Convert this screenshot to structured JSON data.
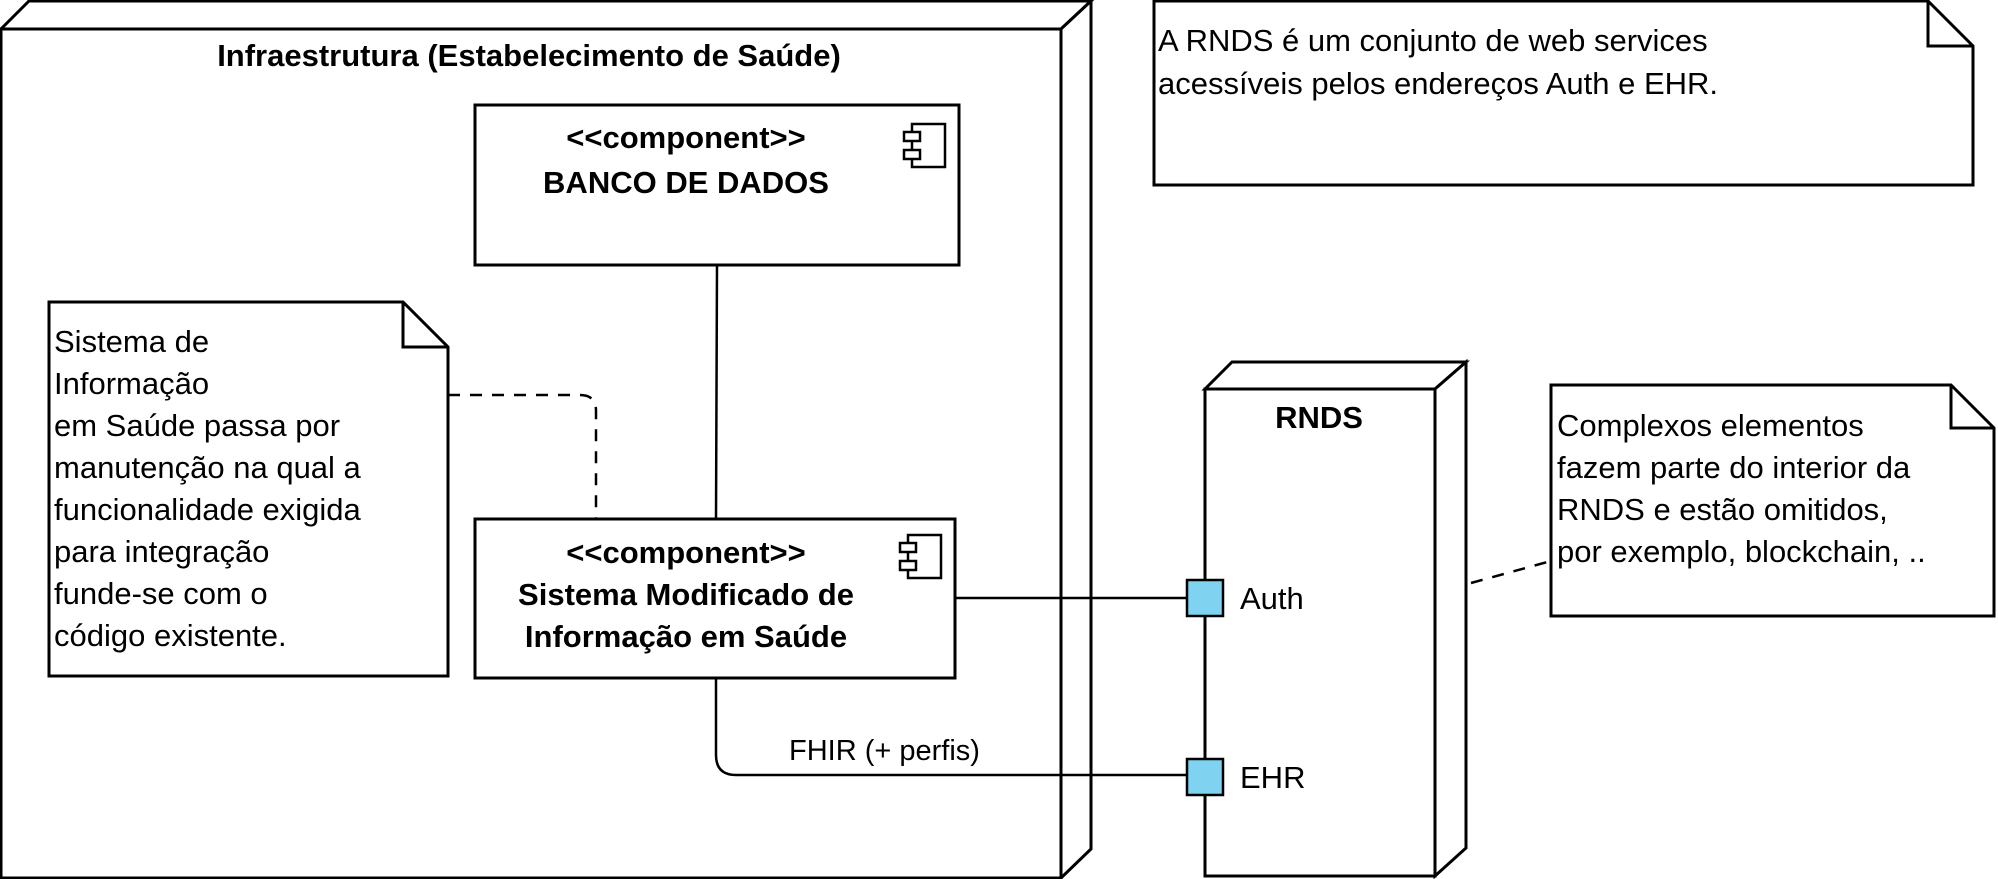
{
  "node_infra": {
    "title": "Infraestrutura (Estabelecimento de Saúde)"
  },
  "node_rnds": {
    "title": "RNDS"
  },
  "component_db": {
    "stereotype": "<<component>>",
    "name": "BANCO DE DADOS"
  },
  "component_sis": {
    "stereotype": "<<component>>",
    "name_line1": "Sistema Modificado de",
    "name_line2": "Informação em Saúde"
  },
  "note_top": {
    "line1": "A RNDS é um conjunto de web services",
    "line2": "acessíveis pelos endereços Auth e EHR."
  },
  "note_left": {
    "lines": [
      "Sistema de",
      "Informação",
      "em Saúde passa por",
      "manutenção na qual a",
      "funcionalidade exigida",
      "para integração",
      "funde-se com o",
      "código existente."
    ]
  },
  "note_right": {
    "lines": [
      "Complexos elementos",
      "fazem parte do interior da",
      "RNDS e estão omitidos,",
      "por exemplo, blockchain, .."
    ]
  },
  "ports": {
    "auth": "Auth",
    "ehr": "EHR"
  },
  "edge_labels": {
    "fhir": "FHIR (+ perfis)"
  },
  "colors": {
    "port_fill": "#7fd3f0",
    "stroke": "#000000"
  }
}
